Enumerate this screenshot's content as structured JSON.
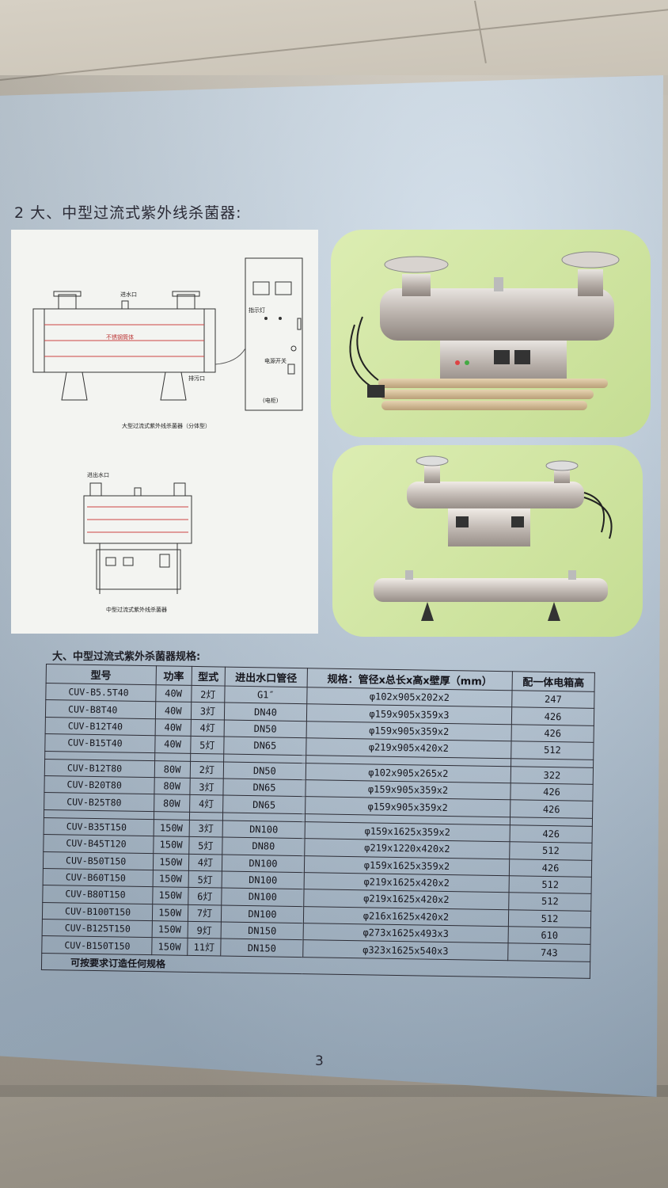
{
  "section": {
    "heading": "2 大、中型过流式紫外线杀菌器:",
    "spec_title": "大、中型过流式紫外杀菌器规格:",
    "page_number": "3"
  },
  "diagram_labels": {
    "large_inlet": "进水口",
    "large_drain": "排污口",
    "large_tube": "不锈钢筒体",
    "large_caption": "大型过流式紫外线杀菌器（分体型）",
    "cabinet": "(电柜)",
    "cabinet_lamp": "指示灯",
    "cabinet_switch": "电源开关",
    "mid_outlet": "进出水口",
    "mid_caption": "中型过流式紫外线杀菌器"
  },
  "spec_table": {
    "headers": [
      "型号",
      "功率",
      "型式",
      "进出水口管径",
      "规格：管径x总长x高x壁厚（mm）",
      "配一体电箱高"
    ],
    "groups": [
      [
        {
          "model": "CUV-B5.5T40",
          "power": "40W",
          "type": "2灯",
          "port": "G1″",
          "size": "φ102x905x202x2",
          "height": "247"
        },
        {
          "model": "CUV-B8T40",
          "power": "40W",
          "type": "3灯",
          "port": "DN40",
          "size": "φ159x905x359x3",
          "height": "426"
        },
        {
          "model": "CUV-B12T40",
          "power": "40W",
          "type": "4灯",
          "port": "DN50",
          "size": "φ159x905x359x2",
          "height": "426"
        },
        {
          "model": "CUV-B15T40",
          "power": "40W",
          "type": "5灯",
          "port": "DN65",
          "size": "φ219x905x420x2",
          "height": "512"
        }
      ],
      [
        {
          "model": "CUV-B12T80",
          "power": "80W",
          "type": "2灯",
          "port": "DN50",
          "size": "φ102x905x265x2",
          "height": "322"
        },
        {
          "model": "CUV-B20T80",
          "power": "80W",
          "type": "3灯",
          "port": "DN65",
          "size": "φ159x905x359x2",
          "height": "426"
        },
        {
          "model": "CUV-B25T80",
          "power": "80W",
          "type": "4灯",
          "port": "DN65",
          "size": "φ159x905x359x2",
          "height": "426"
        }
      ],
      [
        {
          "model": "CUV-B35T150",
          "power": "150W",
          "type": "3灯",
          "port": "DN100",
          "size": "φ159x1625x359x2",
          "height": "426"
        },
        {
          "model": "CUV-B45T120",
          "power": "150W",
          "type": "5灯",
          "port": "DN80",
          "size": "φ219x1220x420x2",
          "height": "512"
        },
        {
          "model": "CUV-B50T150",
          "power": "150W",
          "type": "4灯",
          "port": "DN100",
          "size": "φ159x1625x359x2",
          "height": "426"
        },
        {
          "model": "CUV-B60T150",
          "power": "150W",
          "type": "5灯",
          "port": "DN100",
          "size": "φ219x1625x420x2",
          "height": "512"
        },
        {
          "model": "CUV-B80T150",
          "power": "150W",
          "type": "6灯",
          "port": "DN100",
          "size": "φ219x1625x420x2",
          "height": "512"
        },
        {
          "model": "CUV-B100T150",
          "power": "150W",
          "type": "7灯",
          "port": "DN100",
          "size": "φ216x1625x420x2",
          "height": "512"
        },
        {
          "model": "CUV-B125T150",
          "power": "150W",
          "type": "9灯",
          "port": "DN150",
          "size": "φ273x1625x493x3",
          "height": "610"
        },
        {
          "model": "CUV-B150T150",
          "power": "150W",
          "type": "11灯",
          "port": "DN150",
          "size": "φ323x1625x540x3",
          "height": "743"
        }
      ]
    ],
    "footer_note": "可按要求订造任何规格"
  },
  "colors": {
    "page_blue": "#c4d5e5",
    "photo_green": "#cfe3a2",
    "steel": "#c9c9c9",
    "ink": "#15151c"
  }
}
